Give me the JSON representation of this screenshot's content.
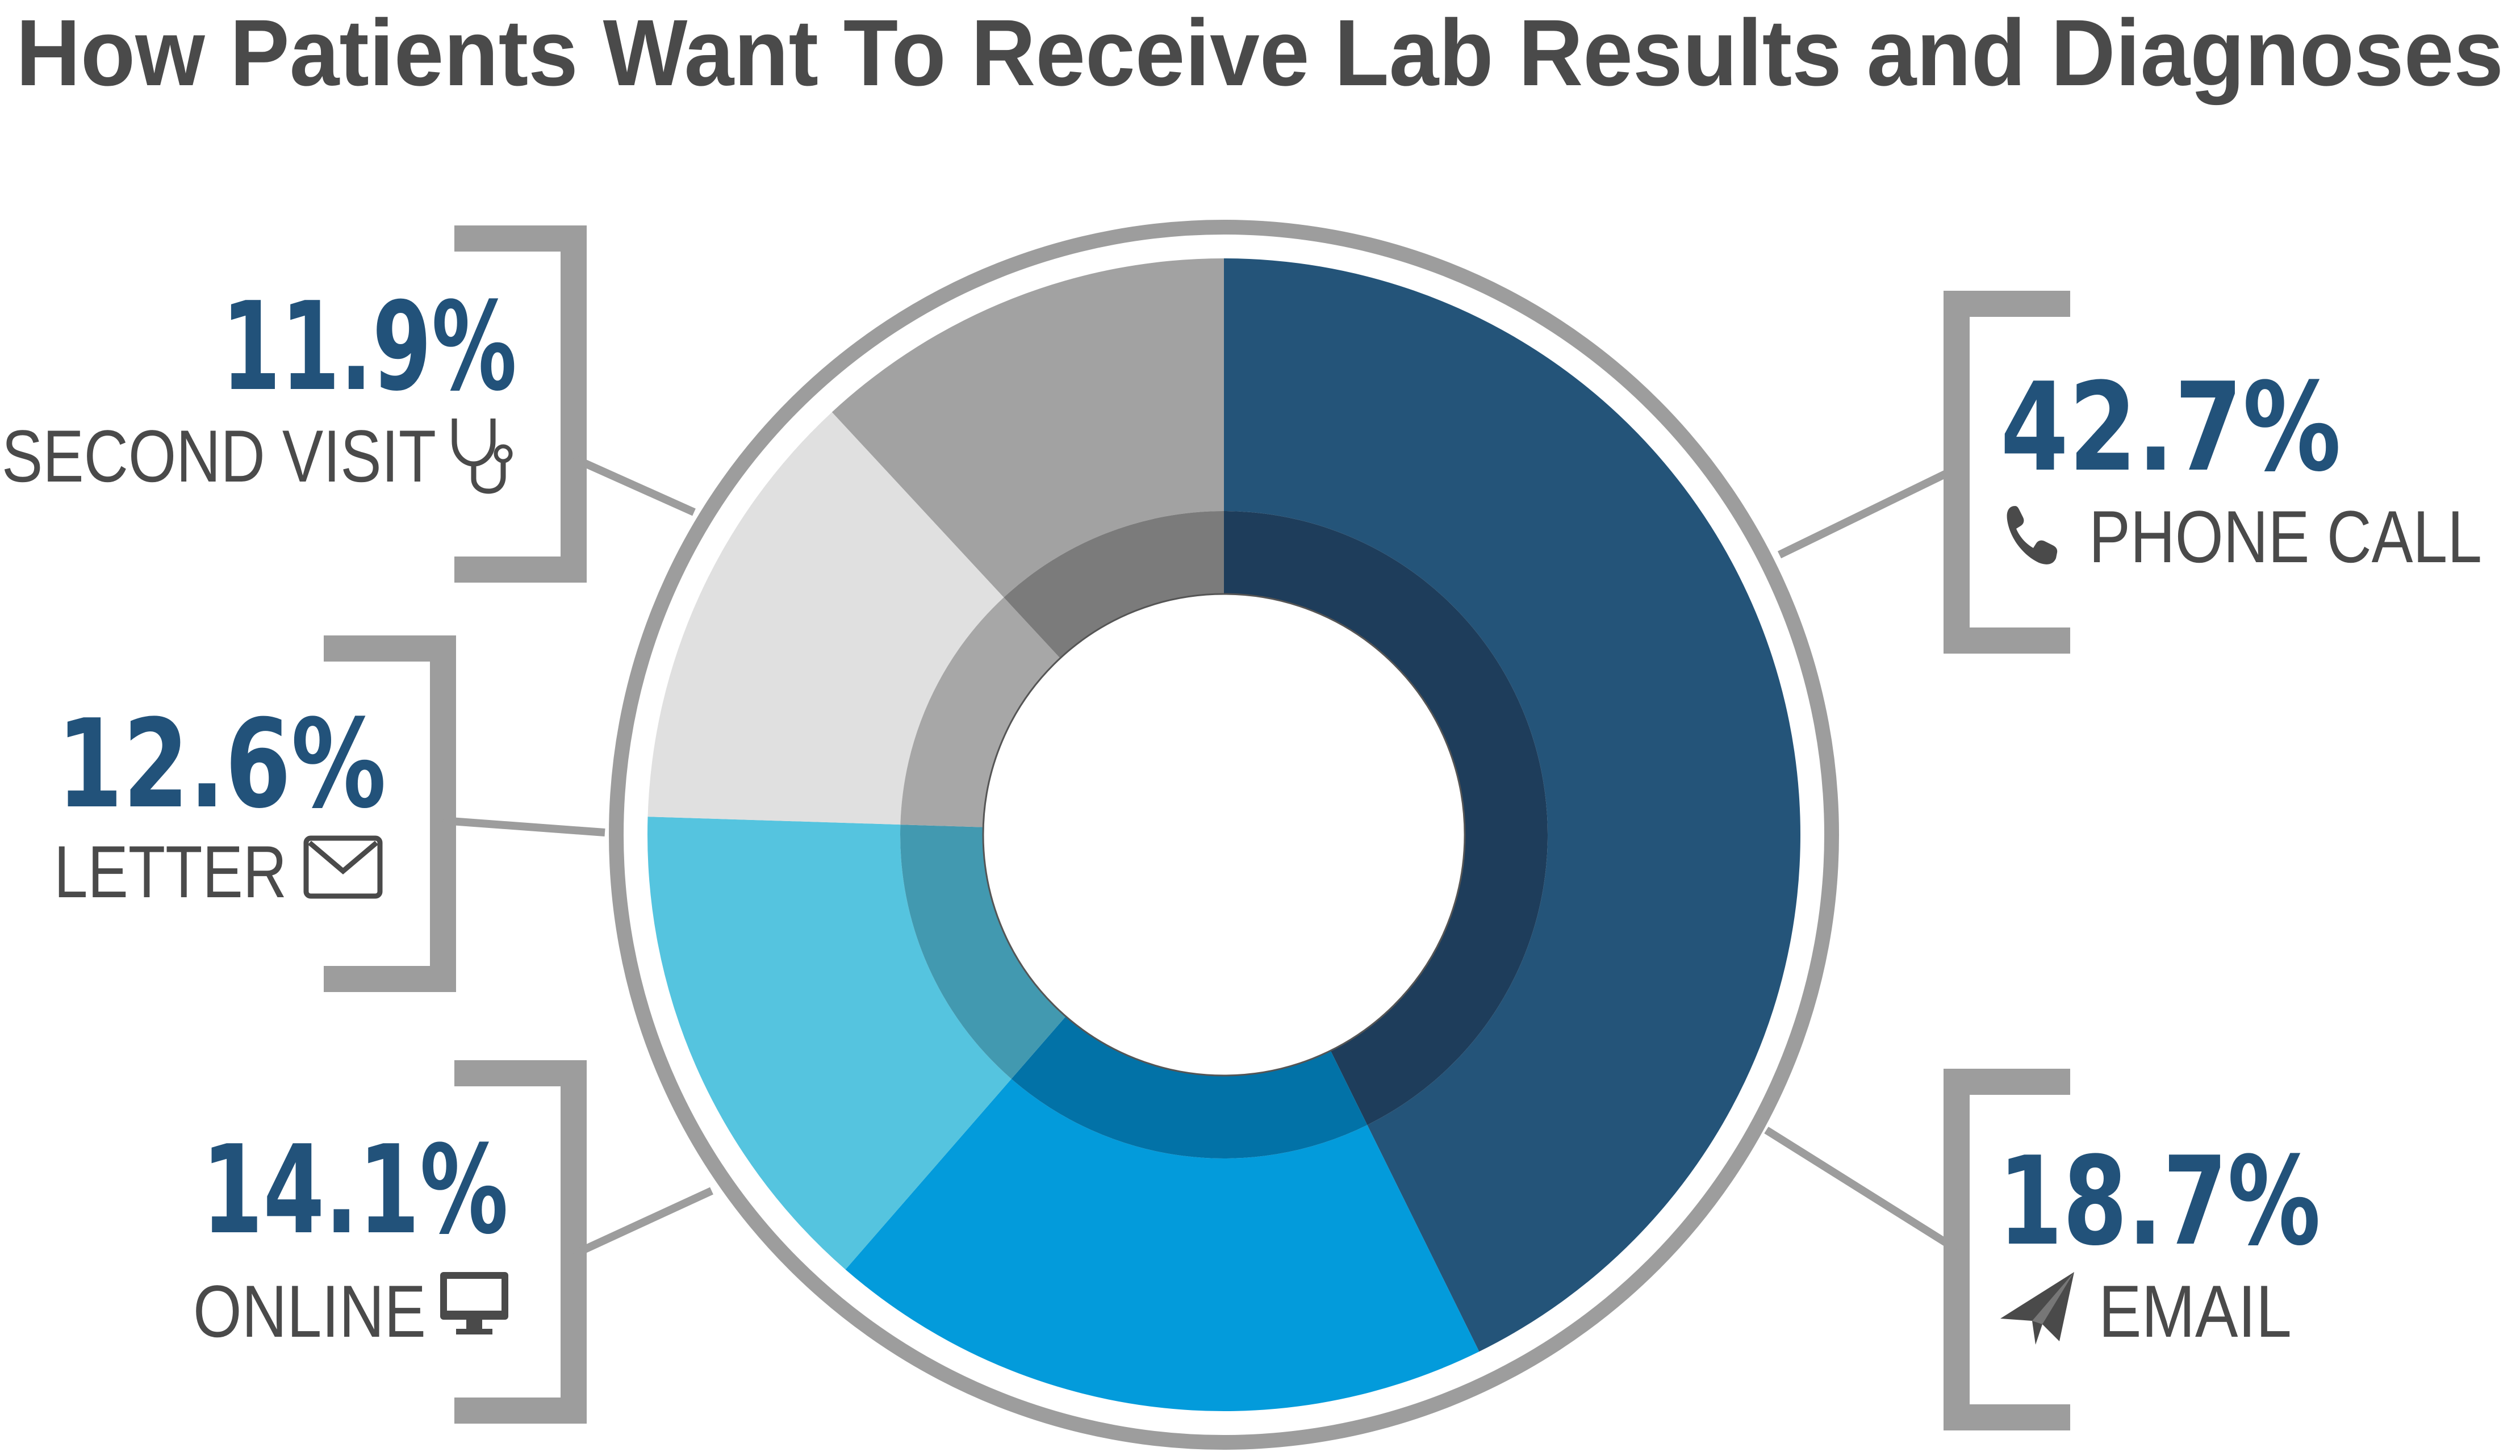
{
  "chart_data": {
    "type": "pie",
    "variant": "donut",
    "title": "How Patients Want To Receive Lab Results and Diagnoses",
    "start": "top, clockwise",
    "categories": [
      "PHONE CALL",
      "EMAIL",
      "ONLINE",
      "LETTER",
      "SECOND VISIT"
    ],
    "values": [
      42.7,
      18.7,
      14.1,
      12.6,
      11.9
    ],
    "labels": [
      "42.7%",
      "18.7%",
      "14.1%",
      "12.6%",
      "11.9%"
    ],
    "icons": [
      "phone-icon",
      "paper-plane-icon",
      "monitor-icon",
      "envelope-icon",
      "stethoscope-icon"
    ],
    "colors": [
      "#245479",
      "#039bdb",
      "#55c4df",
      "#e0e0e0",
      "#a2a2a2"
    ],
    "inner_colors": [
      "#1e3d5b",
      "#0272a7",
      "#4299b0",
      "#a7a7a7",
      "#7b7b7b"
    ],
    "ring_color": "#9d9d9d",
    "callout_color": "#9d9d9d",
    "value_color": "#22527a",
    "text_color": "#4a4a4a"
  }
}
